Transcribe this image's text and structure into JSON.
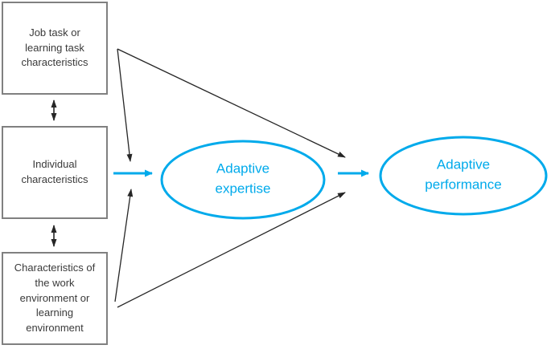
{
  "figure": {
    "boxes": [
      {
        "id": "job-task-box",
        "label": "Job task or learning task characteristics"
      },
      {
        "id": "individual-characteristics-box",
        "label": "Individual characteristics"
      },
      {
        "id": "environment-box",
        "label": "Characteristics of the work environment or learning environment"
      }
    ],
    "nodes": [
      {
        "id": "adaptive-expertise",
        "label": "Adaptive expertise"
      },
      {
        "id": "adaptive-performance",
        "label": "Adaptive performance"
      }
    ],
    "connections": [
      {
        "from": "job-task-box",
        "to": "individual-characteristics-box",
        "style": "double-headed-black"
      },
      {
        "from": "individual-characteristics-box",
        "to": "environment-box",
        "style": "double-headed-black"
      },
      {
        "from": "job-task-box",
        "to": "adaptive-expertise",
        "style": "thin-black-arrow"
      },
      {
        "from": "environment-box",
        "to": "adaptive-expertise",
        "style": "thin-black-arrow"
      },
      {
        "from": "individual-characteristics-box",
        "to": "adaptive-expertise",
        "style": "thick-accent-arrow"
      },
      {
        "from": "job-task-box",
        "to": "adaptive-performance",
        "style": "thin-black-arrow"
      },
      {
        "from": "environment-box",
        "to": "adaptive-performance",
        "style": "thin-black-arrow"
      },
      {
        "from": "adaptive-expertise",
        "to": "adaptive-performance",
        "style": "thick-accent-arrow"
      }
    ],
    "colors": {
      "accent": "#00AAEB",
      "box_border": "#808080",
      "box_text": "#3A3A3A",
      "line": "#262626",
      "bg": "#FFFFFF"
    }
  }
}
